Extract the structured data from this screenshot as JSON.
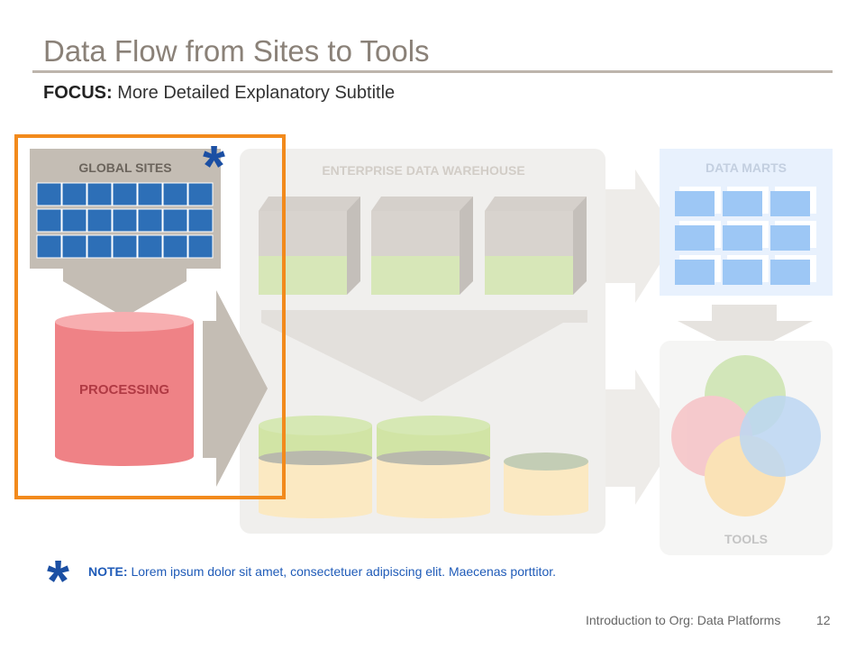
{
  "slide": {
    "title": "Data Flow from Sites to Tools",
    "subtitle_focus": "FOCUS:",
    "subtitle_text": "More Detailed Explanatory Subtitle"
  },
  "diagram": {
    "global_sites": "GLOBAL SITES",
    "processing": "PROCESSING",
    "warehouse": "ENTERPRISE DATA WAREHOUSE",
    "data_marts": "DATA MARTS",
    "tools": "TOOLS"
  },
  "note": {
    "marker": "*",
    "label": "NOTE:",
    "text": "Lorem ipsum dolor sit amet, consectetuer adipiscing elit. Maecenas porttitor."
  },
  "footer": {
    "text": "Introduction to Org: Data Platforms",
    "page": "12"
  },
  "colors": {
    "highlight": "#f28a1c",
    "grid_blue": "#2d6fb7",
    "processing": "#ef8286",
    "star": "#1b4fa3"
  }
}
